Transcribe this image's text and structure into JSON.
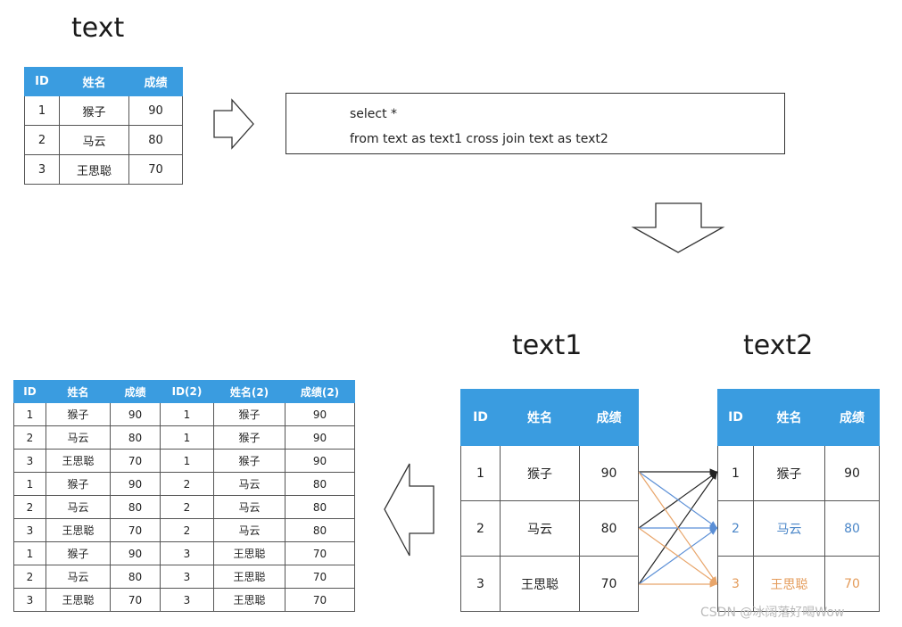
{
  "source": {
    "title": "text",
    "headers": [
      "ID",
      "姓名",
      "成绩"
    ],
    "rows": [
      [
        "1",
        "猴子",
        "90"
      ],
      [
        "2",
        "马云",
        "80"
      ],
      [
        "3",
        "王思聪",
        "70"
      ]
    ]
  },
  "query": {
    "line1": "select *",
    "line2": "from text as text1 cross join text as text2"
  },
  "text1": {
    "title": "text1",
    "headers": [
      "ID",
      "姓名",
      "成绩"
    ],
    "rows": [
      [
        "1",
        "猴子",
        "90"
      ],
      [
        "2",
        "马云",
        "80"
      ],
      [
        "3",
        "王思聪",
        "70"
      ]
    ]
  },
  "text2": {
    "title": "text2",
    "headers": [
      "ID",
      "姓名",
      "成绩"
    ],
    "rows": [
      [
        "1",
        "猴子",
        "90"
      ],
      [
        "2",
        "马云",
        "80"
      ],
      [
        "3",
        "王思聪",
        "70"
      ]
    ]
  },
  "result": {
    "headers": [
      "ID",
      "姓名",
      "成绩",
      "ID(2)",
      "姓名(2)",
      "成绩(2)"
    ],
    "rows": [
      [
        "1",
        "猴子",
        "90",
        "1",
        "猴子",
        "90"
      ],
      [
        "2",
        "马云",
        "80",
        "1",
        "猴子",
        "90"
      ],
      [
        "3",
        "王思聪",
        "70",
        "1",
        "猴子",
        "90"
      ],
      [
        "1",
        "猴子",
        "90",
        "2",
        "马云",
        "80"
      ],
      [
        "2",
        "马云",
        "80",
        "2",
        "马云",
        "80"
      ],
      [
        "3",
        "王思聪",
        "70",
        "2",
        "马云",
        "80"
      ],
      [
        "1",
        "猴子",
        "90",
        "3",
        "王思聪",
        "70"
      ],
      [
        "2",
        "马云",
        "80",
        "3",
        "王思聪",
        "70"
      ],
      [
        "3",
        "王思聪",
        "70",
        "3",
        "王思聪",
        "70"
      ]
    ]
  },
  "colors": {
    "header_blue": "#3a9ce0",
    "line_black": "#222222",
    "line_blue": "#5b8fd6",
    "line_orange": "#e8a56a"
  },
  "watermark": "CSDN @冰阔落好喝Wow"
}
